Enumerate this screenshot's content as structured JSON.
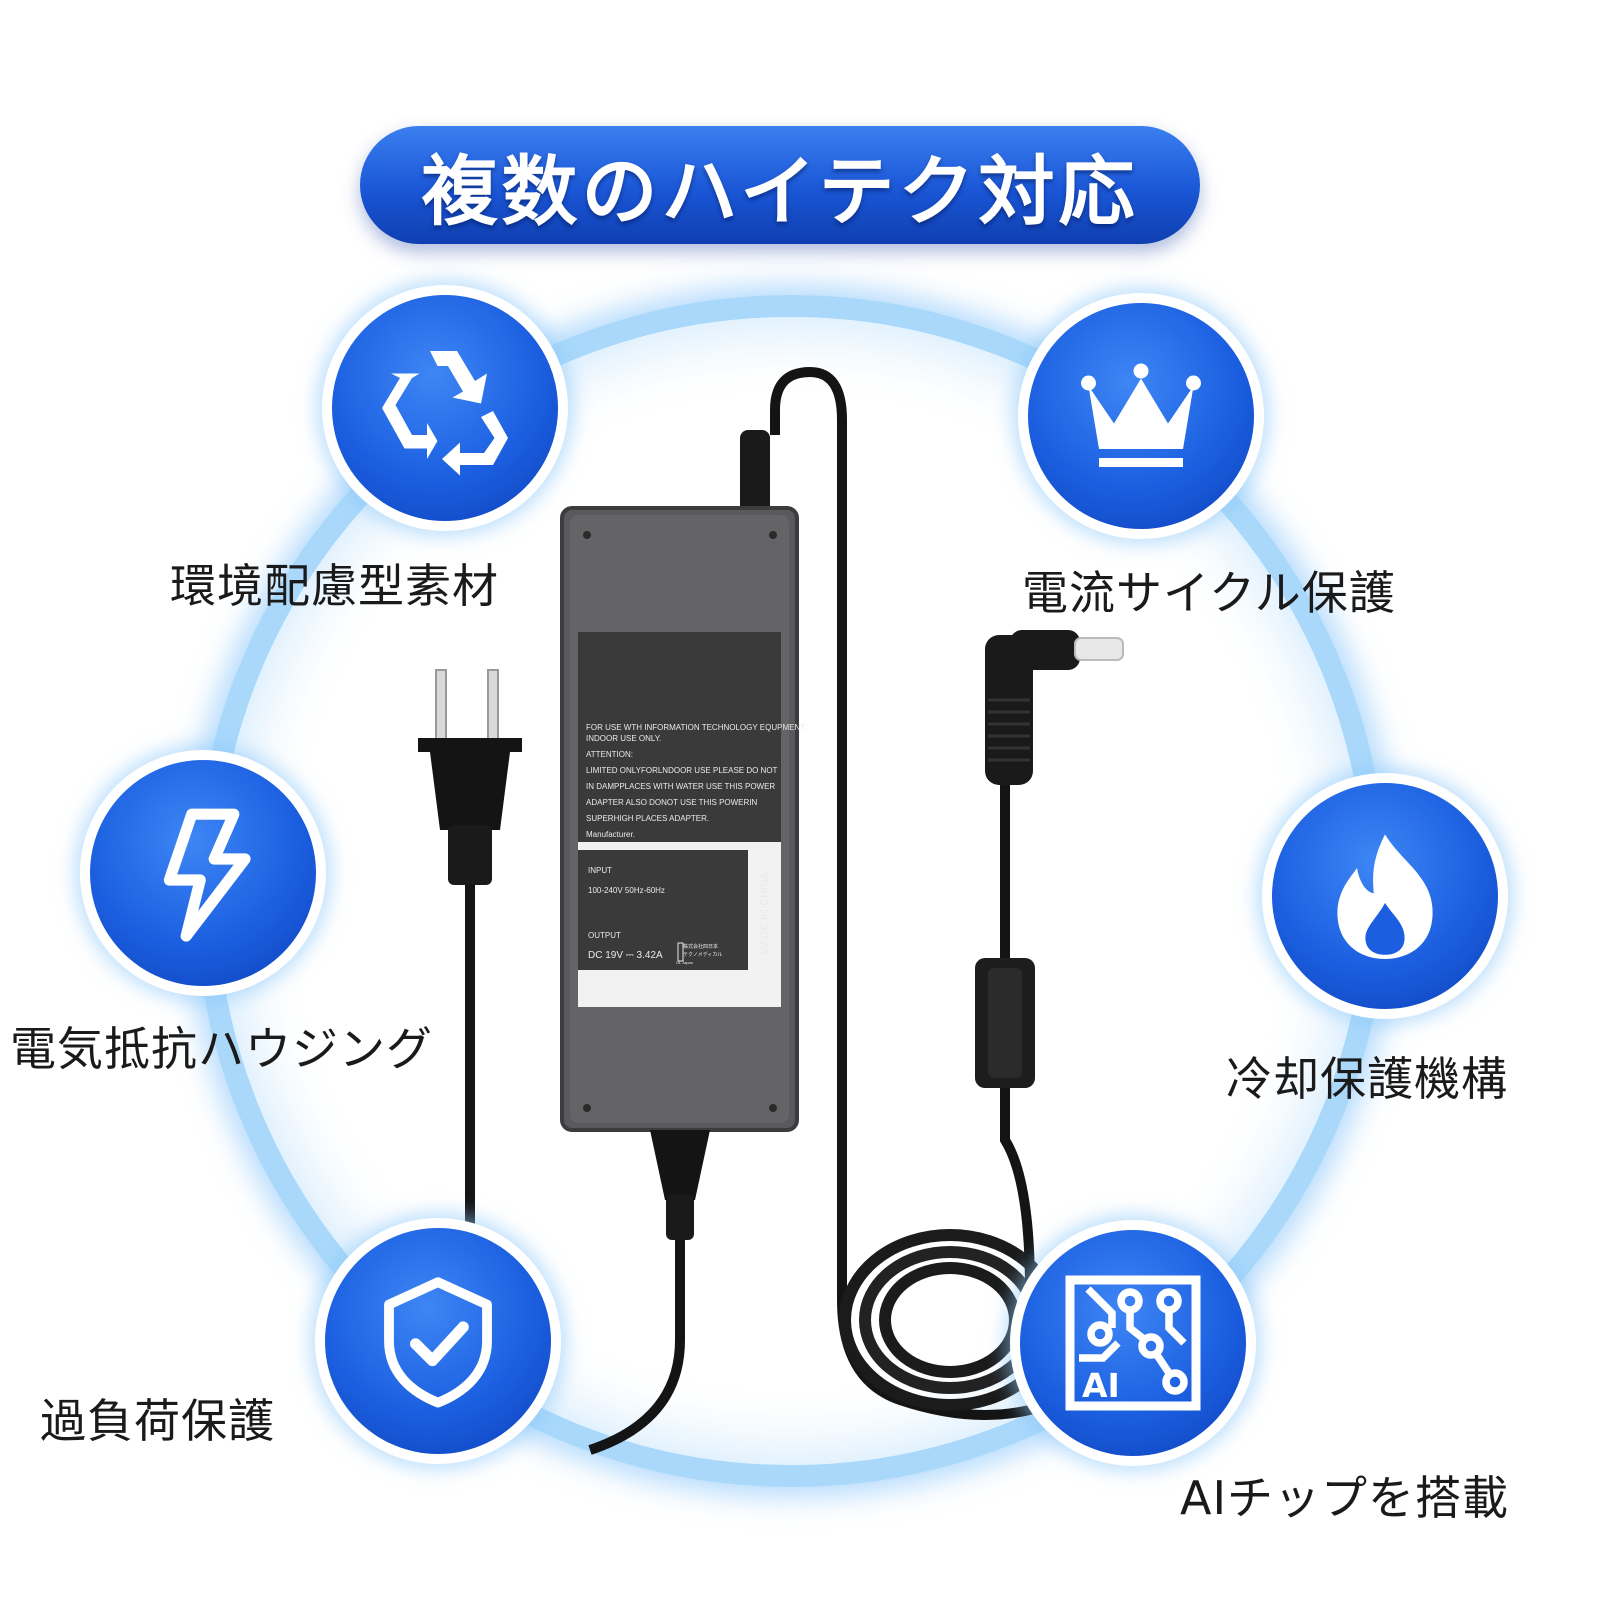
{
  "banner": {
    "title": "複数のハイテク対応"
  },
  "features": {
    "eco": {
      "label": "環境配慮型素材",
      "icon": "recycle-icon"
    },
    "cycle": {
      "label": "電流サイクル保護",
      "icon": "crown-icon"
    },
    "resist": {
      "label": "電気抵抗ハウジング",
      "icon": "lightning-icon"
    },
    "cooling": {
      "label": "冷却保護機構",
      "icon": "flame-icon"
    },
    "overload": {
      "label": "過負荷保護",
      "icon": "shield-check-icon"
    },
    "ai": {
      "label": "AIチップを搭載",
      "icon": "ai-chip-icon"
    }
  },
  "adapter": {
    "notice_lines": [
      "FOR USE WTH INFORMATION TECHNOLOGY EQUPMENT",
      "INDOOR USE ONLY.",
      "ATTENTION:",
      "LIMITED ONLYFORLNDOOR USE PLEASE DO NOT",
      "IN DAMPPLACES WITH WATER USE THIS POWER",
      "ADAPTER ALSO DONOT USE THIS POWERIN",
      "SUPERHIGH PLACES ADAPTER.",
      "Manufacturer."
    ],
    "input_heading": "INPUT",
    "input_value": "100-240V  50Hz-60Hz",
    "output_heading": "OUTPUT",
    "output_value": "DC  19V ⎓ 3.42A",
    "origin": "MADE IN CHINA",
    "cert_small": "UL Japan",
    "cert_company": "株式会社四日本",
    "cert_company2": "テクノメディカル"
  },
  "colors": {
    "accent": "#1b5fe0",
    "ring": "#a9d8fb",
    "text": "#1a1a1a"
  }
}
